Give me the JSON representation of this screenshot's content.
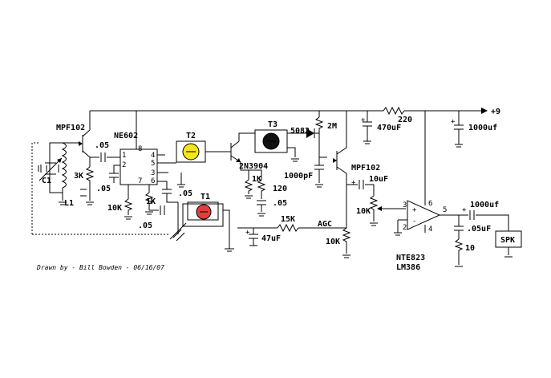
{
  "labels": {
    "plus9": "+9",
    "r220": "220",
    "c470": "470uF",
    "c1000a": "1000uf",
    "mpf102_left": "MPF102",
    "c05_a": ".05",
    "r3k": "3K",
    "c05_b": ".05",
    "c1": "C1",
    "l1": "L1",
    "ne602": "NE602",
    "t2": "T2",
    "t3": "T3",
    "d5082": "5082",
    "r2m": "2M",
    "q2n3904": "2N3904",
    "r1k_a": "1K",
    "r120": "120",
    "c05_c": ".05",
    "c1000pf": "1000pF",
    "mpf102_right": "MPF102",
    "c10uf": "10uF",
    "r10k_a": "10K",
    "c05_d": ".05",
    "r1k_b": "1K",
    "c05_e": ".05",
    "t1": "T1",
    "c47uf": "47uF",
    "r15k": "15K",
    "agc": "AGC",
    "r10k_b": "10K",
    "r10k_c": "10K",
    "nte823": "NTE823",
    "lm386": "LM386",
    "c1000b": "1000uf",
    "c05uf": ".05uF",
    "r10": "10",
    "spk": "SPK",
    "credit": "Drawn by - Bill Bowden - 06/16/07"
  },
  "pins": {
    "ne_1": "1",
    "ne_2": "2",
    "ne_3": "3",
    "ne_4": "4",
    "ne_5": "5",
    "ne_6": "6",
    "ne_7": "7",
    "ne_8": "8",
    "amp_2": "2",
    "amp_3": "3",
    "amp_4": "4",
    "amp_5": "5",
    "amp_6": "6",
    "minus": "-",
    "plus": "+"
  },
  "colors": {
    "t1_fill": "#e23d3d",
    "t2_fill": "#f4e61a",
    "t3_fill": "#111111"
  },
  "icons": {
    "t1": "adjustable-transformer-icon",
    "t2": "adjustable-transformer-icon",
    "t3": "adjustable-transformer-icon"
  }
}
